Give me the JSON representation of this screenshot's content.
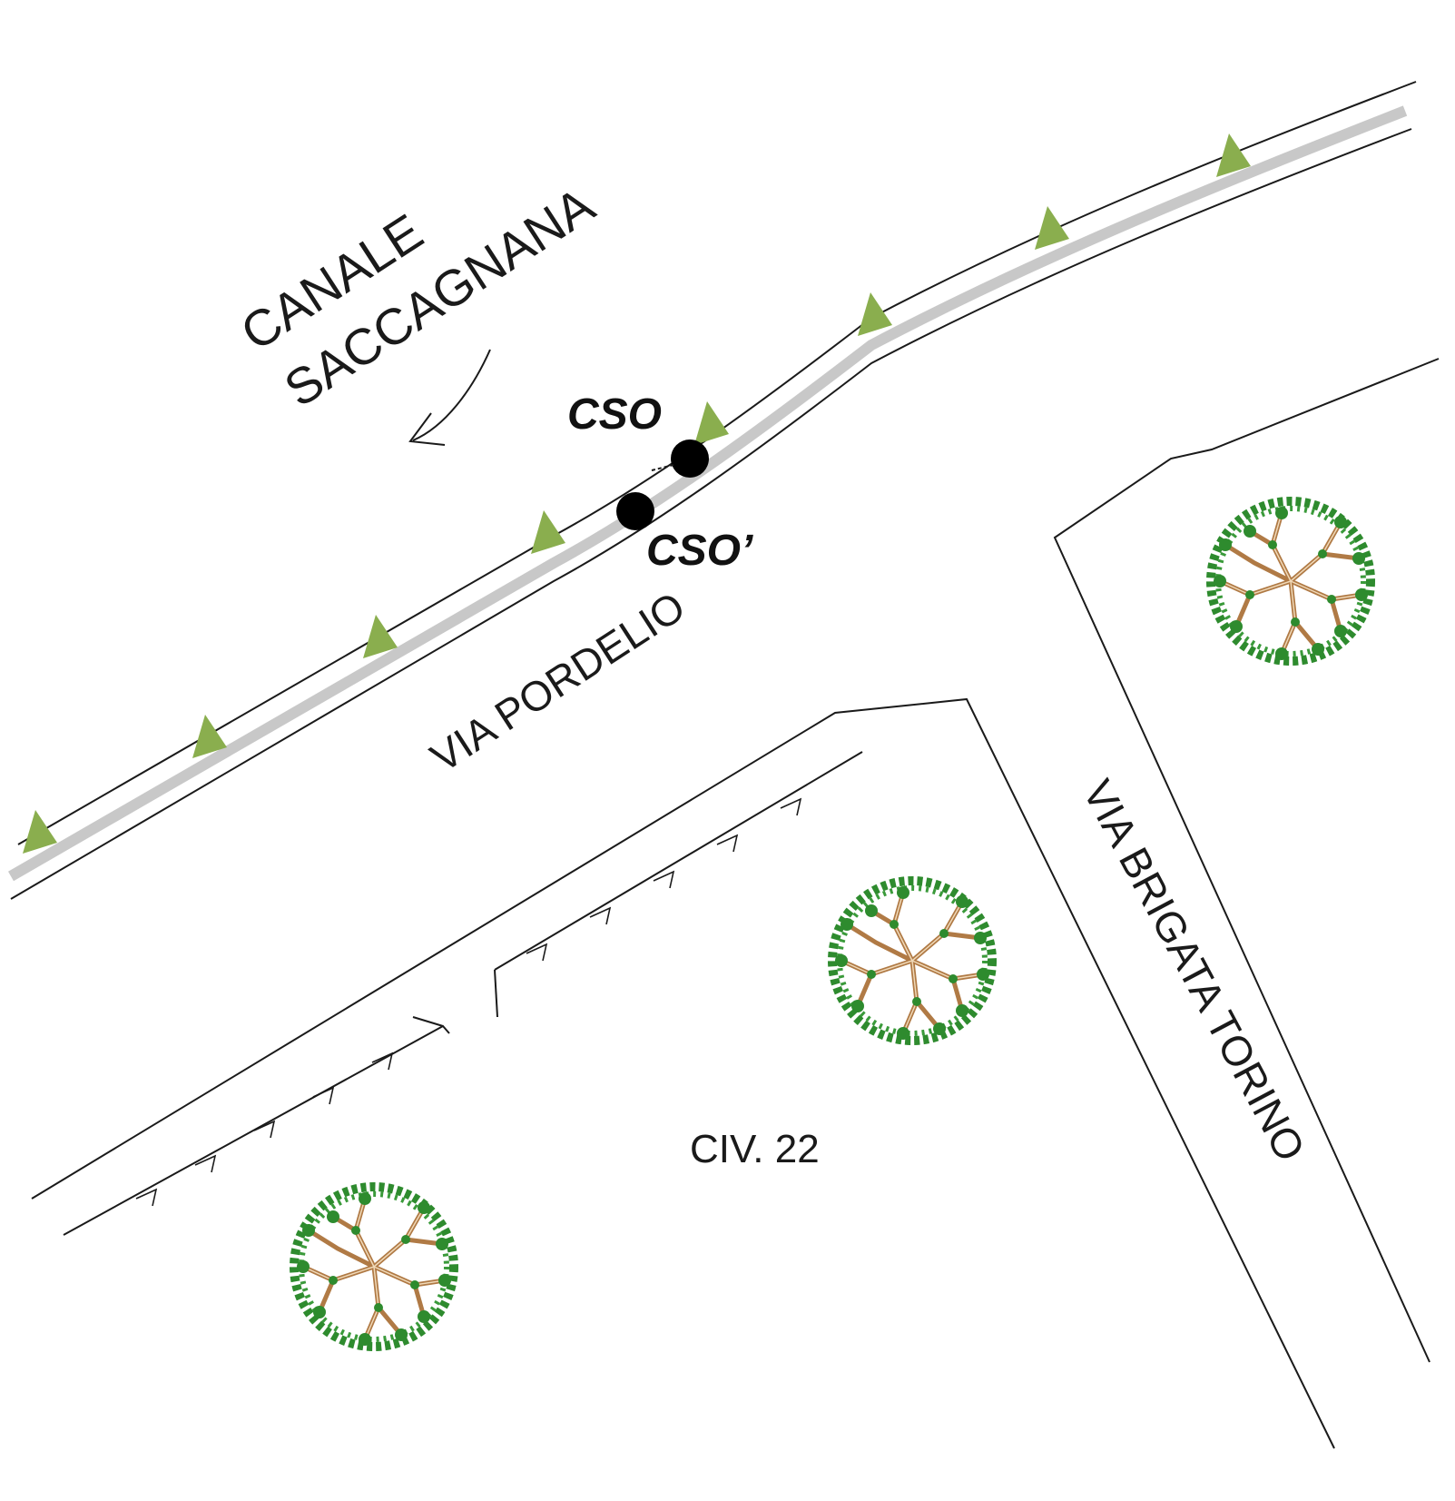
{
  "labels": {
    "canal_line1": "CANALE",
    "canal_line2": "SACCAGNANA",
    "street_pordelio": "VIA PORDELIO",
    "street_brigata": "VIA BRIGATA TORINO",
    "civic": "CIV. 22",
    "cso": "CSO",
    "cso_prime": "CSO’"
  },
  "colors": {
    "line": "#1a1a1a",
    "canal_fill": "#c8c8c8",
    "bank_marker": "#8aae4e",
    "foliage": "#2e8b2e",
    "branch": "#b07a45",
    "point": "#000000"
  },
  "icons": {
    "flow_arrow": "flow-direction-arrow-icon",
    "tree": "tree-icon",
    "bank_marker": "bank-marker-icon",
    "point": "point-marker-icon"
  }
}
